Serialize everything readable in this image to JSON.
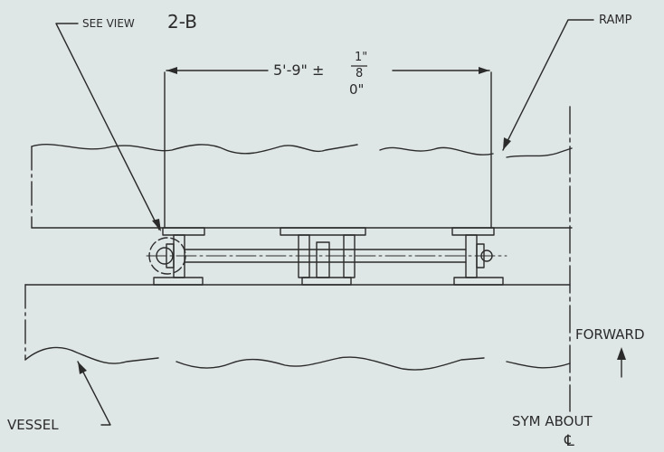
{
  "labels": {
    "see_view_prefix": "SEE VIEW",
    "see_view_ref": "2-B",
    "ramp": "RAMP",
    "dimension_main": "5'-9\" ±",
    "tolerance_plus": "1\"",
    "tolerance_denominator": "8",
    "tolerance_minus": "0\"",
    "forward": "FORWARD",
    "vessel": "VESSEL",
    "sym_about": "SYM ABOUT",
    "centerline_symbol": "℄"
  },
  "colors": {
    "paper": "#dfe7e6",
    "ink": "#2b2b2b"
  }
}
